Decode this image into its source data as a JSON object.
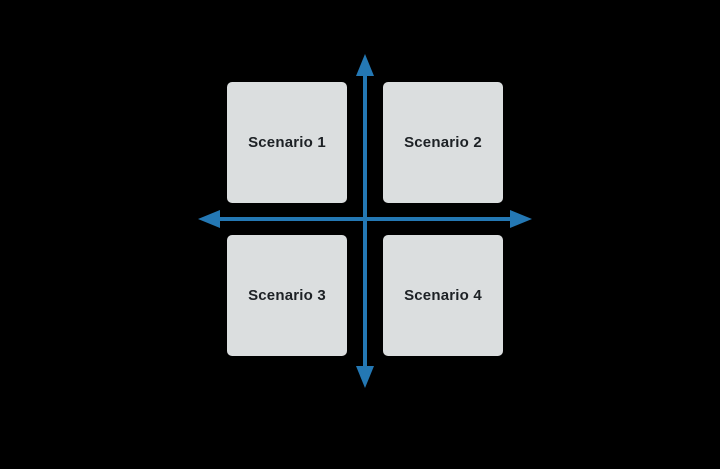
{
  "diagram": {
    "title": "scenario-quadrant-matrix",
    "quadrants": [
      {
        "label": "Scenario 1",
        "position": "top-left"
      },
      {
        "label": "Scenario 2",
        "position": "top-right"
      },
      {
        "label": "Scenario 3",
        "position": "bottom-left"
      },
      {
        "label": "Scenario 4",
        "position": "bottom-right"
      }
    ],
    "axes": {
      "vertical": "double-headed-arrow",
      "horizontal": "double-headed-arrow"
    }
  },
  "colors": {
    "background": "#000000",
    "box_fill": "#dbdedf",
    "box_text": "#1d2125",
    "arrow": "#2478b4"
  }
}
